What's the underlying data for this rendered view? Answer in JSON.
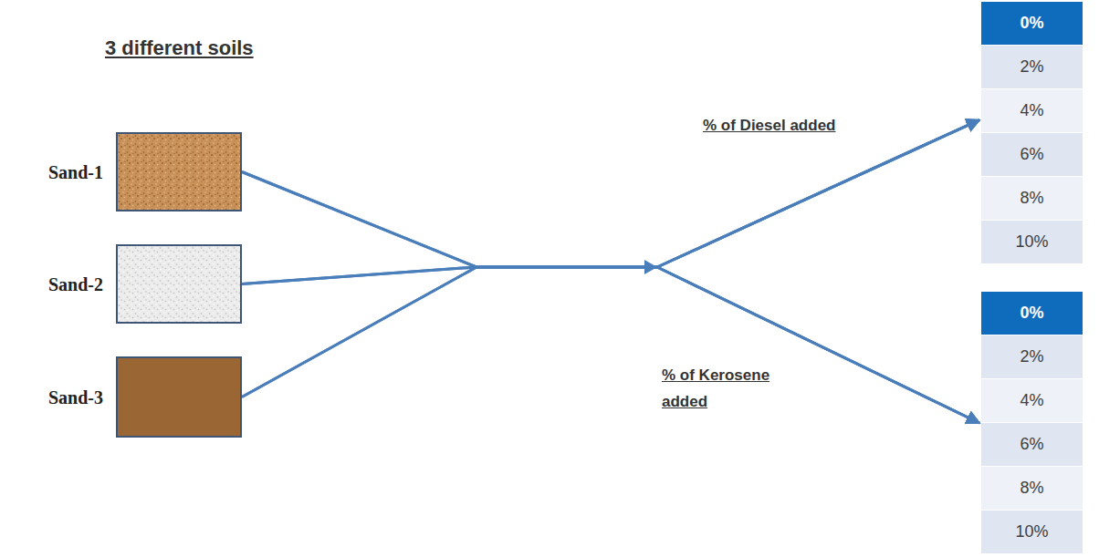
{
  "diagram": {
    "title": "3 different soils",
    "nodes": [
      {
        "text": [
          "Sand-1"
        ]
      },
      {
        "text": [
          "Sand-2"
        ]
      },
      {
        "text": [
          "Sand-3"
        ]
      },
      {
        "text": [
          "0%",
          "2%",
          "4%",
          "6%",
          "8%",
          "10%"
        ]
      },
      {
        "text": [
          "0%",
          "2%",
          "4%",
          "6%",
          "8%",
          "10%"
        ]
      }
    ],
    "edges": [
      {
        "from": 0,
        "to": 3,
        "arrow": "to"
      },
      {
        "from": 1,
        "to": 3,
        "arrow": "to"
      },
      {
        "from": 2,
        "to": 3,
        "arrow": "to"
      },
      {
        "from": 0,
        "to": 4,
        "arrow": "to"
      },
      {
        "from": 1,
        "to": 4,
        "arrow": "to"
      },
      {
        "from": 2,
        "to": 4,
        "arrow": "to"
      }
    ],
    "labels": [
      "% of Diesel added",
      "% of Kerosene added"
    ]
  }
}
